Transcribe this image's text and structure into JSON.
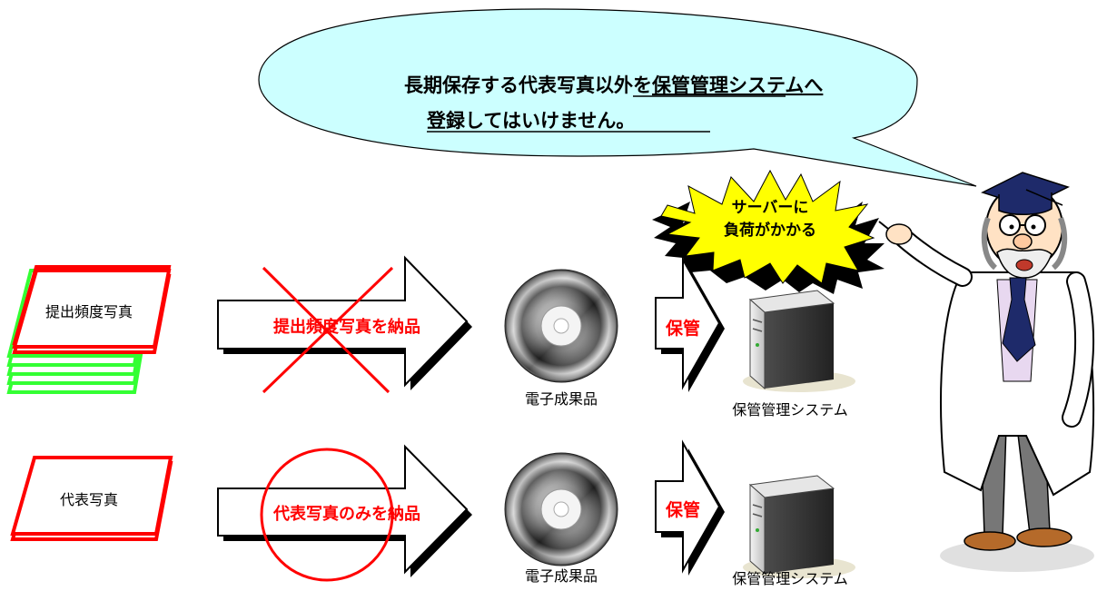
{
  "speech_bubble": {
    "line1_plain": "長期保存する代表写真以外を",
    "line1_underlined": "保管管理システムへ",
    "line2_underlined": "登録してはいけません。"
  },
  "burst": {
    "line1": "サーバーに",
    "line2": "負荷がかかる"
  },
  "row_submitted": {
    "stack_label": "提出頻度写真",
    "arrow_label": "提出頻度写真を納品",
    "disc_label": "電子成果品",
    "store_label": "保管",
    "server_label": "保管管理システム"
  },
  "row_representative": {
    "stack_label": "代表写真",
    "arrow_label": "代表写真のみを納品",
    "disc_label": "電子成果品",
    "store_label": "保管",
    "server_label": "保管管理システム"
  },
  "colors": {
    "bubble_fill": "#ccffff",
    "burst_fill": "#ffff00",
    "red": "#ff0000",
    "green": "#33ff33"
  }
}
